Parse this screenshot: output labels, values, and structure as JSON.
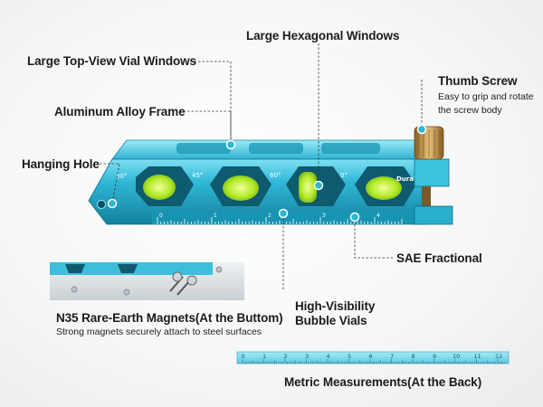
{
  "labels": {
    "hexagonal_windows": "Large Hexagonal Windows",
    "top_view_windows": "Large Top-View Vial Windows",
    "thumb_screw": "Thumb Screw",
    "thumb_screw_desc_1": "Easy to grip and rotate",
    "thumb_screw_desc_2": "the screw body",
    "aluminum_frame": "Aluminum Alloy Frame",
    "hanging_hole": "Hanging Hole",
    "sae_fractional": "SAE Fractional",
    "magnets": "N35 Rare-Earth Magnets(At the Buttom)",
    "magnets_desc": "Strong magnets securely attach to steel surfaces",
    "bubble_vials_1": "High-Visibility",
    "bubble_vials_2": "Bubble Vials",
    "metric": "Metric Measurements(At the Back)"
  },
  "product": {
    "brand": "DuraTech",
    "angle_marks": [
      "30°",
      "45°",
      "60°",
      "0°"
    ],
    "sae_numbers": [
      "0",
      "1",
      "2",
      "3",
      "4"
    ],
    "metric_numbers": [
      "0",
      "1",
      "2",
      "3",
      "4",
      "5",
      "6",
      "7",
      "8",
      "9",
      "10",
      "11",
      "12"
    ]
  },
  "colors": {
    "body": "#29b3d3",
    "body_dark": "#137a98",
    "vial": "#a6e622",
    "brass": "#c9974a"
  }
}
